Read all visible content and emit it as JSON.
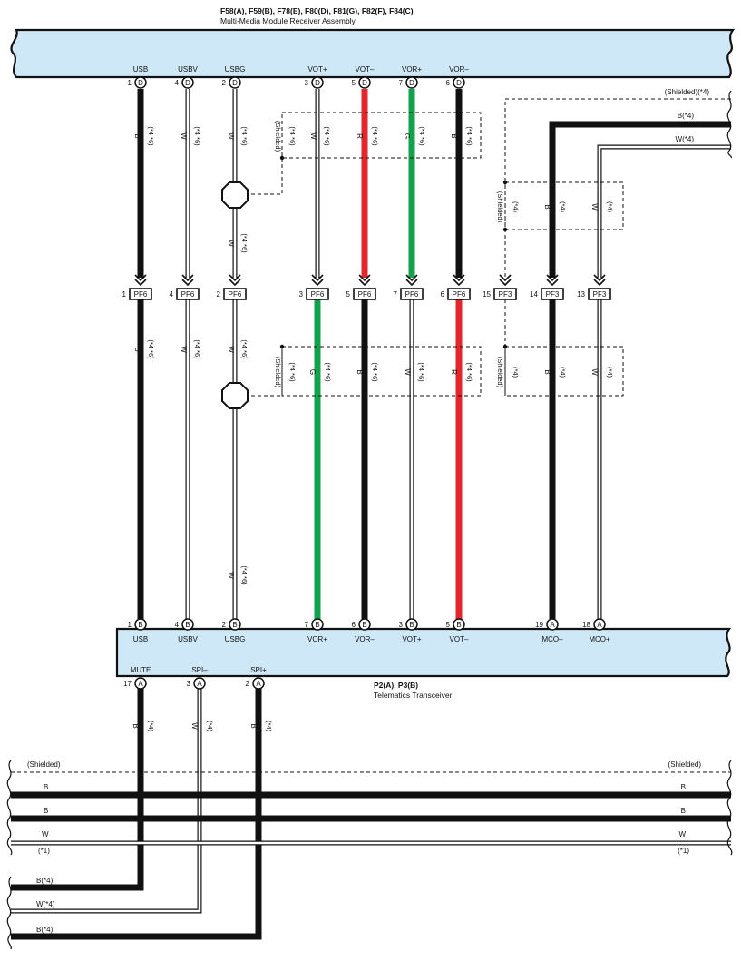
{
  "top_module": {
    "codes": "F58(A), F59(B), F78(E), F80(D), F81(G), F82(F), F84(C)",
    "name": "Multi-Media Module Receiver Assembly"
  },
  "bottom_module": {
    "codes": "P2(A), P3(B)",
    "name": "Telematics Transceiver"
  },
  "top_pins": [
    {
      "num": "1",
      "conn": "D",
      "label": "USB"
    },
    {
      "num": "4",
      "conn": "D",
      "label": "USBV"
    },
    {
      "num": "2",
      "conn": "D",
      "label": "USBG"
    },
    {
      "num": "3",
      "conn": "D",
      "label": "VOT+"
    },
    {
      "num": "5",
      "conn": "D",
      "label": "VOT–"
    },
    {
      "num": "7",
      "conn": "D",
      "label": "VOR+"
    },
    {
      "num": "6",
      "conn": "D",
      "label": "VOR–"
    }
  ],
  "upper_wires": [
    {
      "color": "B",
      "tag": "(*4 *6)"
    },
    {
      "color": "W",
      "tag": "(*4 *6)"
    },
    {
      "color": "W",
      "tag": "(*4 *6)"
    },
    {
      "color": "W",
      "tag": "(*4 *6)"
    },
    {
      "color": "R",
      "tag": "(*4 *6)"
    },
    {
      "color": "G",
      "tag": "(*4 *6)"
    },
    {
      "color": "B",
      "tag": "(*4 *6)"
    }
  ],
  "usbg_extra": {
    "color": "W",
    "tag": "(*4 *6)"
  },
  "shield_label": "(Shielded)",
  "shield_tag_46": "(*4 *6)",
  "shield_tag_4": "(*4)",
  "right_inputs": {
    "shielded": "(Shielded)(*4)",
    "b": "B(*4)",
    "w": "W(*4)",
    "wire_b": {
      "color": "B",
      "tag": "(*4)"
    },
    "wire_w": {
      "color": "W",
      "tag": "(*4)"
    }
  },
  "pf_connectors": [
    {
      "num": "1",
      "name": "PF6"
    },
    {
      "num": "4",
      "name": "PF6"
    },
    {
      "num": "2",
      "name": "PF6"
    },
    {
      "num": "3",
      "name": "PF6"
    },
    {
      "num": "5",
      "name": "PF6"
    },
    {
      "num": "7",
      "name": "PF6"
    },
    {
      "num": "6",
      "name": "PF6"
    },
    {
      "num": "15",
      "name": "PF3"
    },
    {
      "num": "14",
      "name": "PF3"
    },
    {
      "num": "13",
      "name": "PF3"
    }
  ],
  "mid_wires": [
    {
      "color": "B",
      "tag": "(*4 *6)"
    },
    {
      "color": "W",
      "tag": "(*4 *6)"
    },
    {
      "color": "W",
      "tag": "(*4 *6)"
    },
    {
      "color": "G",
      "tag": "(*4 *6)"
    },
    {
      "color": "B",
      "tag": "(*4 *6)"
    },
    {
      "color": "W",
      "tag": "(*4 *6)"
    },
    {
      "color": "R",
      "tag": "(*4 *6)"
    },
    {
      "color": "B",
      "tag": "(*4)"
    },
    {
      "color": "W",
      "tag": "(*4)"
    }
  ],
  "usbg_lower": {
    "color": "W",
    "tag": "(*4 *6)"
  },
  "bottom_pins_top": [
    {
      "num": "1",
      "conn": "B",
      "label": "USB"
    },
    {
      "num": "4",
      "conn": "B",
      "label": "USBV"
    },
    {
      "num": "2",
      "conn": "B",
      "label": "USBG"
    },
    {
      "num": "7",
      "conn": "B",
      "label": "VOR+"
    },
    {
      "num": "6",
      "conn": "B",
      "label": "VOR–"
    },
    {
      "num": "3",
      "conn": "B",
      "label": "VOT+"
    },
    {
      "num": "5",
      "conn": "B",
      "label": "VOT–"
    },
    {
      "num": "19",
      "conn": "A",
      "label": "MCO–"
    },
    {
      "num": "18",
      "conn": "A",
      "label": "MCO+"
    }
  ],
  "bottom_pins_bot": [
    {
      "num": "17",
      "conn": "A",
      "label": "MUTE"
    },
    {
      "num": "3",
      "conn": "A",
      "label": "SPI–"
    },
    {
      "num": "2",
      "conn": "A",
      "label": "SPI+"
    }
  ],
  "lower_wires": [
    {
      "color": "B",
      "tag": "(*4)"
    },
    {
      "color": "W",
      "tag": "(*4)"
    },
    {
      "color": "B",
      "tag": "(*4)"
    }
  ],
  "bus": {
    "shielded": "(Shielded)",
    "b1": "B",
    "b2": "B",
    "w": "W",
    "note": "(*1)"
  },
  "bottom_outputs": {
    "b1": "B(*4)",
    "w": "W(*4)",
    "b2": "B(*4)"
  },
  "colors": {
    "black": "#111111",
    "red": "#e3262b",
    "green": "#12a24c",
    "module_fill": "#cfe8f7"
  }
}
